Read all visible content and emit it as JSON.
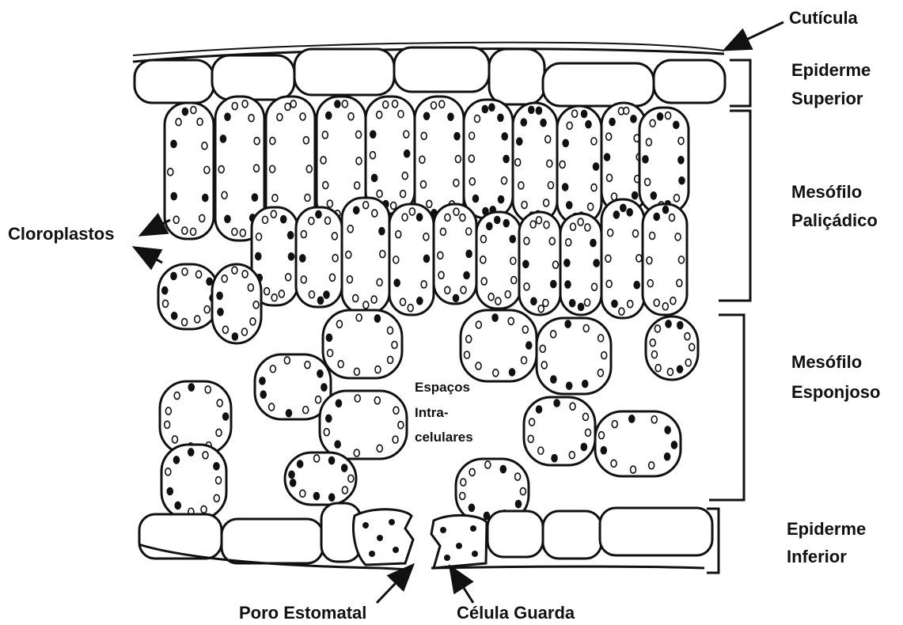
{
  "labels": {
    "cuticula": "Cutícula",
    "epiderme_superior": [
      "Epiderme",
      "Superior"
    ],
    "mesofilo_palicadico": [
      "Mesófilo",
      "Paliçádico"
    ],
    "mesofilo_esponjoso": [
      "Mesófilo",
      "Esponjoso"
    ],
    "epiderme_inferior": [
      "Epiderme",
      "Inferior"
    ],
    "cloroplastos": "Cloroplastos",
    "espacos": [
      "Espaços",
      "Intra-",
      "celulares"
    ],
    "poro_estomatal": "Poro Estomatal",
    "celula_guarda": "Célula Guarda"
  },
  "colors": {
    "ink": "#111111",
    "background": "#ffffff"
  }
}
